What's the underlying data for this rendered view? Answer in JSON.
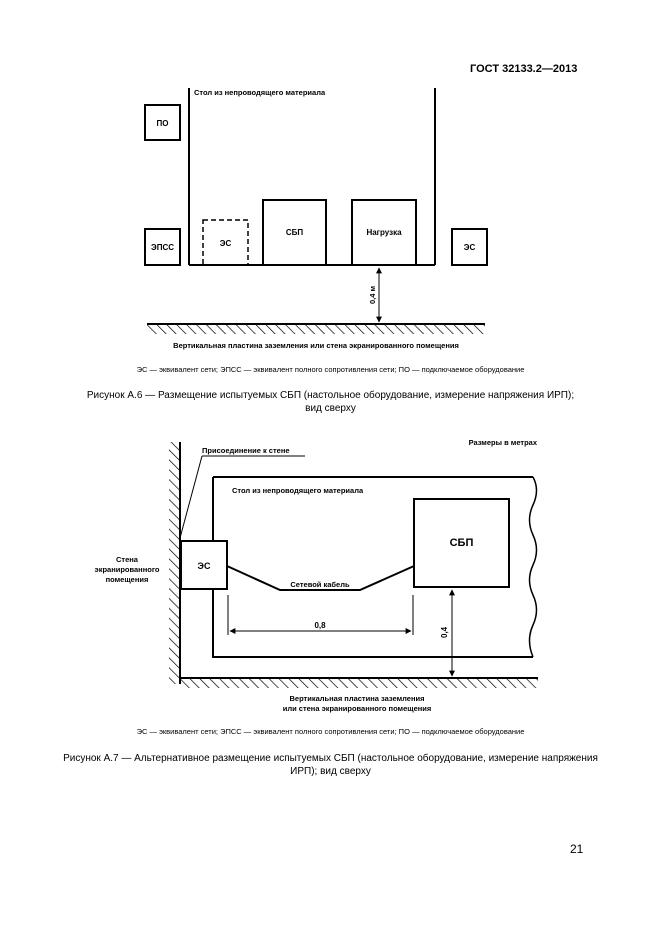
{
  "header": {
    "standard": "ГОСТ 32133.2—2013"
  },
  "figure1": {
    "table_label": "Стол из непроводящего материала",
    "box_po": "ПО",
    "box_epss": "ЭПСС",
    "box_es_dashed": "ЭС",
    "box_sbp": "СБП",
    "box_load": "Нагрузка",
    "box_es_right": "ЭС",
    "distance": "0,4 м",
    "ground_label": "Вертикальная пластина заземления или стена экранированного помещения",
    "legend": "ЭС — эквивалент сети; ЭПСС — эквивалент полного сопротивления сети; ПО — подключаемое оборудование",
    "caption_line1": "Рисунок А.6 — Размещение испытуемых СБП (настольное оборудование, измерение напряжения ИРП);",
    "caption_line2": "вид сверху"
  },
  "figure2": {
    "dimensions_note": "Размеры в метрах",
    "wall_connection": "Присоединение к стене",
    "table_label": "Стол из непроводящего материала",
    "wall_label_1": "Стена",
    "wall_label_2": "экранированного",
    "wall_label_3": "помещения",
    "box_es": "ЭС",
    "box_sbp": "СБП",
    "cable_label": "Сетевой кабель",
    "dim_horizontal": "0,8",
    "dim_vertical": "0,4",
    "ground_label_1": "Вертикальная пластина заземления",
    "ground_label_2": "или стена экранированного помещения",
    "legend": "ЭС — эквивалент сети; ЭПСС — эквивалент полного сопротивления сети; ПО — подключаемое оборудование",
    "caption_line1": "Рисунок А.7 — Альтернативное размещение испытуемых СБП (настольное оборудование, измерение напряжения",
    "caption_line2": "ИРП); вид сверху"
  },
  "page_number": "21"
}
